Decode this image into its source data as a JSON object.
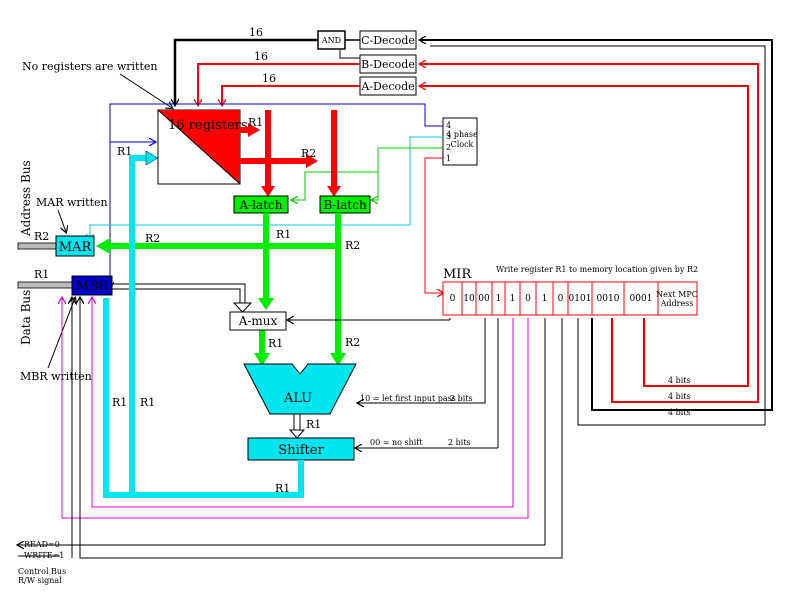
{
  "colors": {
    "red": "#ff0000",
    "green": "#00ee00",
    "cyan": "#00e5ee",
    "blue": "#0000cc",
    "magenta": "#dd00dd",
    "black": "#000000",
    "grey": "#bbbbbb"
  },
  "registers": {
    "label": "16 registers"
  },
  "decoders": {
    "c": "C-Decode",
    "b": "B-Decode",
    "a": "A-Decode",
    "and": "AND"
  },
  "bus_widths": {
    "c": "16",
    "b": "16",
    "a": "16"
  },
  "latches": {
    "a": "A-latch",
    "b": "B-latch"
  },
  "clock": {
    "label_line1": "4 phase",
    "label_line2": "Clock",
    "phases": [
      "4",
      "3",
      "2",
      "1"
    ]
  },
  "mar": {
    "label": "MAR",
    "annotation": "MAR written",
    "in_reg": "R2"
  },
  "mbr": {
    "label": "MBR",
    "annotation": "MBR written",
    "in_reg": "R1"
  },
  "buses": {
    "address": "Address Bus",
    "data": "Data Bus",
    "control_line1": "Control Bus",
    "control_line2": "R/W signal"
  },
  "amux": {
    "label": "A-mux"
  },
  "alu": {
    "label": "ALU",
    "annotation": "10 = let first input pass",
    "bits": "2 bits"
  },
  "shifter": {
    "label": "Shifter",
    "annotation": "00 = no shift",
    "bits": "2 bits"
  },
  "mir": {
    "label": "MIR",
    "description": "Write register R1 to memory location given by R2",
    "fields": [
      "0",
      "10",
      "00",
      "1",
      "1",
      "0",
      "1",
      "0",
      "0101",
      "0010",
      "0001"
    ],
    "next_label_line1": "Next MPC",
    "next_label_line2": "Address",
    "widths": [
      "4 bits",
      "4 bits",
      "4 bits"
    ]
  },
  "control_signals": {
    "read": "READ=0",
    "write": "WRITE=1"
  },
  "no_write_note": "No registers are written",
  "reg_labels": {
    "r1": "R1",
    "r2": "R2"
  }
}
